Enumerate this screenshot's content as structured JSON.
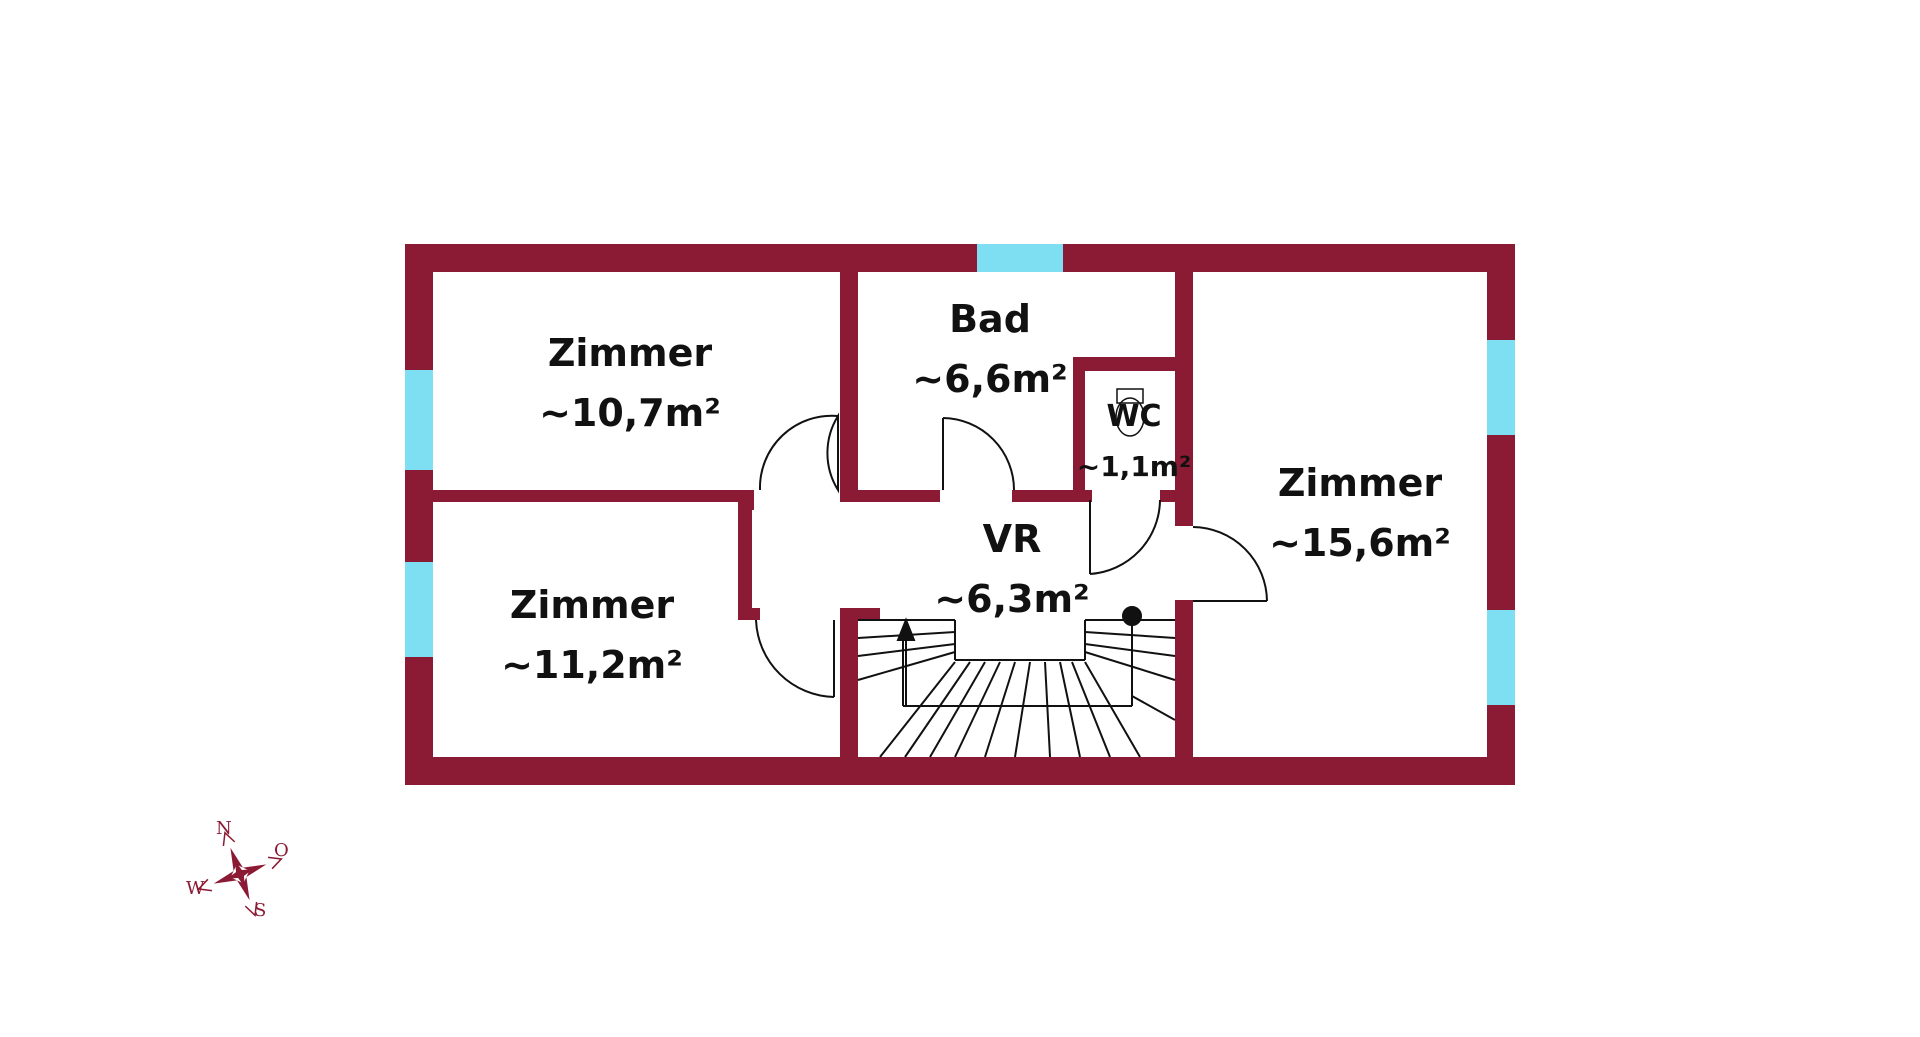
{
  "colors": {
    "wall": "#8b1a34",
    "window": "#7fdff2",
    "line": "#111111",
    "background": "#ffffff"
  },
  "rooms": {
    "zimmer_nw": {
      "name": "Zimmer",
      "area": "~10,7m²"
    },
    "zimmer_sw": {
      "name": "Zimmer",
      "area": "~11,2m²"
    },
    "bad": {
      "name": "Bad",
      "area": "~6,6m²"
    },
    "wc": {
      "name": "WC",
      "area": "~1,1m²"
    },
    "vr": {
      "name": "VR",
      "area": "~6,3m²"
    },
    "zimmer_o": {
      "name": "Zimmer",
      "area": "~15,6m²"
    }
  },
  "compass": {
    "north": "N",
    "east": "O",
    "south": "S",
    "west": "W",
    "icon": "compass-rose-icon"
  }
}
